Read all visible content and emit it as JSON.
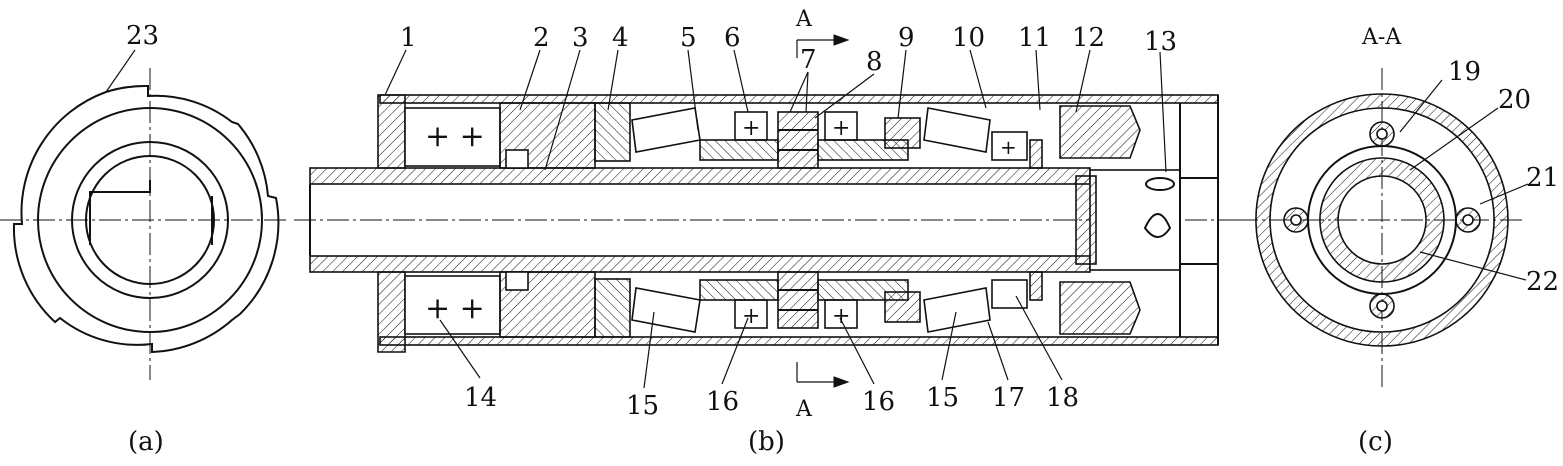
{
  "views": [
    {
      "id": "a",
      "caption": "(a)"
    },
    {
      "id": "b",
      "caption": "(b)"
    },
    {
      "id": "c",
      "caption": "(c)",
      "title": "A-A"
    }
  ],
  "section_marker": "A",
  "labels_a": [
    "23"
  ],
  "labels_b_top": [
    "1",
    "2",
    "3",
    "4",
    "5",
    "6",
    "7",
    "8",
    "9",
    "10",
    "11",
    "12",
    "13"
  ],
  "labels_b_bottom": [
    "14",
    "15",
    "16",
    "16",
    "15",
    "17",
    "18"
  ],
  "labels_c": [
    "19",
    "20",
    "21",
    "22"
  ]
}
